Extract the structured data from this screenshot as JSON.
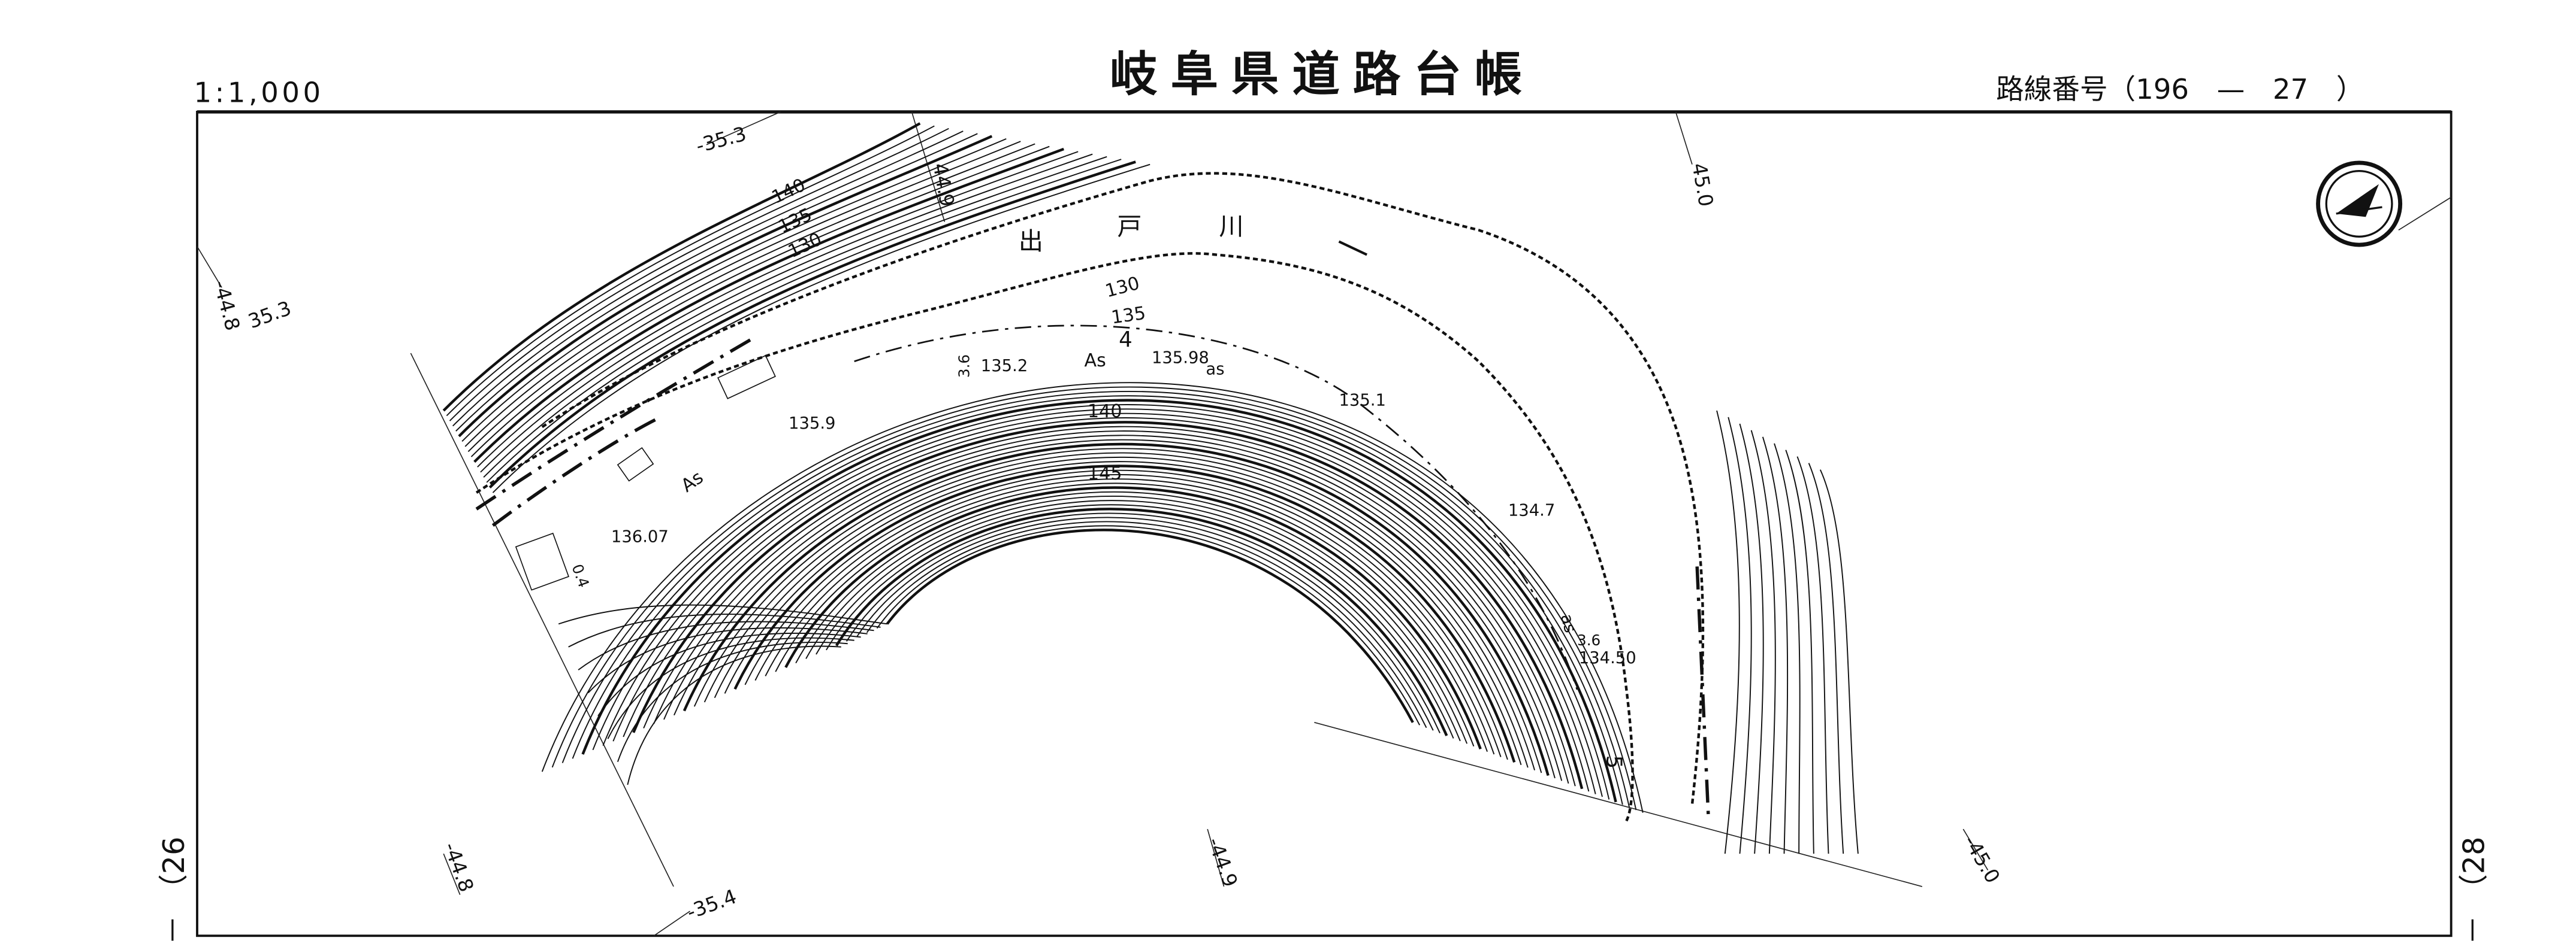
{
  "header": {
    "scale": "1:1,000",
    "title": "岐阜県道路台帳",
    "route_label": "路線番号（196　—　27　）"
  },
  "sheet_refs": {
    "left": "（26",
    "right": "（28"
  },
  "grid_labels": {
    "top_a": "-35.3",
    "top_b": "44.9",
    "top_c": "45.0",
    "left_a": "-44.8",
    "left_b": "35.3",
    "bottom_a": "-44.8",
    "bottom_b": "-35.4",
    "bottom_c": "-44.9",
    "bottom_d": "-45.0"
  },
  "river": {
    "chars": [
      "出",
      "戸",
      "川"
    ]
  },
  "contour_labels": {
    "upper": [
      "140",
      "135",
      "130"
    ],
    "hill": [
      "130",
      "135",
      "140",
      "145"
    ]
  },
  "spot_heights": {
    "a": "135.2",
    "b": "135.98",
    "c": "135.9",
    "d": "135.1",
    "e": "136.07",
    "f": "134.7",
    "g": "134.50"
  },
  "annotations": {
    "as1": "As",
    "as2": "As",
    "as3": "as",
    "as4": "as",
    "station4": "4",
    "station5": "5",
    "width1": "3.6",
    "width2": "3.6",
    "width3": "0.4"
  },
  "icons": {
    "north_arrow": "north-arrow-icon"
  }
}
